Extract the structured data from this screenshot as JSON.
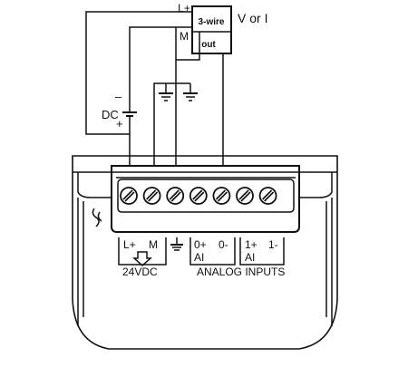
{
  "sensor": {
    "box_label": "3-wire",
    "output_label": "out",
    "power_plus": "L+",
    "power_minus": "M",
    "signal_label": "V or I"
  },
  "supply": {
    "label": "DC",
    "minus": "–",
    "plus": "+"
  },
  "terminals": {
    "count": 7,
    "power_group": {
      "l_plus": "L+",
      "m": "M",
      "voltage": "24VDC"
    },
    "ground_symbol": "ground-icon",
    "analog_group": {
      "ch0_plus": "0+",
      "ch0_minus": "0-",
      "ch0_tag": "AI",
      "ch1_plus": "1+",
      "ch1_minus": "1-",
      "ch1_tag": "AI",
      "title": "ANALOG INPUTS"
    }
  }
}
